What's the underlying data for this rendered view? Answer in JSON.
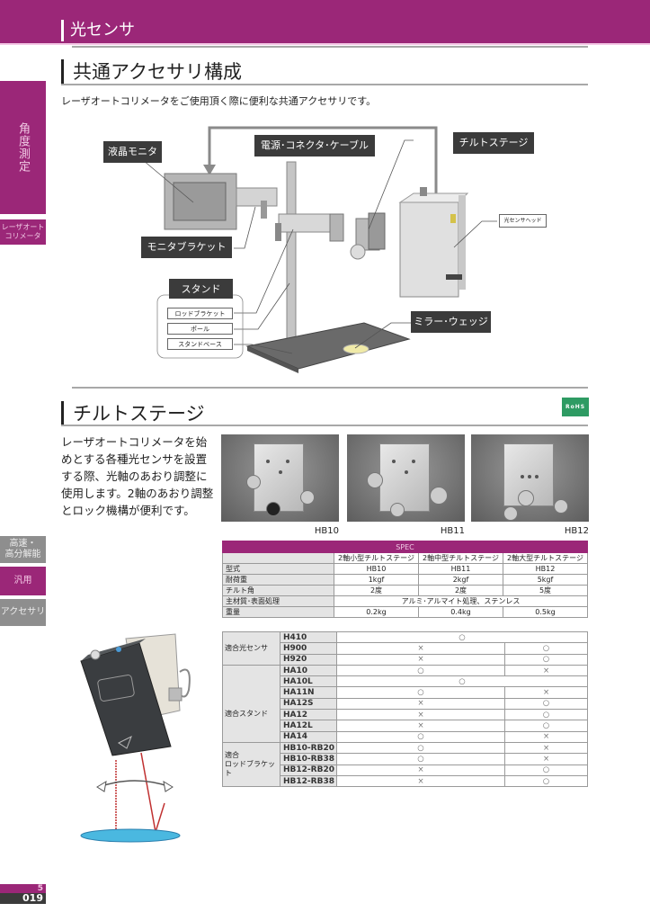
{
  "header": {
    "category": "光センサ",
    "accent_color": "#9b2778"
  },
  "section1": {
    "title": "共通アクセサリ構成",
    "intro": "レーザオートコリメータをご使用頂く際に便利な共通アクセサリです。"
  },
  "sidebar": {
    "main_label": "角度測定",
    "sub_label_line1": "レーザオート",
    "sub_label_line2": "コリメータ",
    "tabs": [
      {
        "label_line1": "高速・",
        "label_line2": "高分解能",
        "active": false
      },
      {
        "label_line1": "汎用",
        "label_line2": "",
        "active": true
      },
      {
        "label_line1": "アクセサリ",
        "label_line2": "",
        "active": false
      }
    ]
  },
  "diagram": {
    "labels": {
      "lcd_monitor": "液晶モニタ",
      "power_cable": "電源･コネクタ･ケーブル",
      "tilt_stage": "チルトステージ",
      "sensor_head": "光センサヘッド",
      "monitor_bracket": "モニタブラケット",
      "stand": "スタンド",
      "rod_bracket": "ロッドブラケット",
      "pole": "ポール",
      "stand_base": "スタンドベース",
      "mirror_wedge": "ミラー･ウェッジ"
    }
  },
  "section2": {
    "title": "チルトステージ",
    "badge": "RoHS",
    "badge_color": "#2e9b63",
    "description": "レーザオートコリメータを始めとする各種光センサを設置する際、光軸のあおり調整に使用します。2軸のあおり調整とロック機構が便利です。",
    "photos": [
      {
        "caption": "HB10"
      },
      {
        "caption": "HB11"
      },
      {
        "caption": "HB12"
      }
    ]
  },
  "spec_table": {
    "title": "SPEC",
    "columns": [
      "2軸小型チルトステージ",
      "2軸中型チルトステージ",
      "2軸大型チルトステージ"
    ],
    "rows": [
      {
        "label": "型式",
        "values": [
          "HB10",
          "HB11",
          "HB12"
        ]
      },
      {
        "label": "耐荷重",
        "values": [
          "1kgf",
          "2kgf",
          "5kgf"
        ]
      },
      {
        "label": "チルト角",
        "values": [
          "2度",
          "2度",
          "5度"
        ]
      },
      {
        "label": "主材質･表面処理",
        "merged": "アルミ･アルマイト処理、ステンレス"
      },
      {
        "label": "重量",
        "values": [
          "0.2kg",
          "0.4kg",
          "0.5kg"
        ]
      }
    ]
  },
  "compat_table": {
    "groups": [
      {
        "label": "適合光センサ",
        "rows": [
          {
            "model": "H410",
            "merged": "○"
          },
          {
            "model": "H900",
            "left": "×",
            "right": "○"
          },
          {
            "model": "H920",
            "left": "×",
            "right": "○"
          }
        ]
      },
      {
        "label": "適合スタンド",
        "rows": [
          {
            "model": "HA10",
            "left": "○",
            "right": "×"
          },
          {
            "model": "HA10L",
            "merged": "○"
          },
          {
            "model": "HA11N",
            "left": "○",
            "right": "×"
          },
          {
            "model": "HA12S",
            "left": "×",
            "right": "○"
          },
          {
            "model": "HA12",
            "left": "×",
            "right": "○"
          },
          {
            "model": "HA12L",
            "left": "×",
            "right": "○"
          },
          {
            "model": "HA14",
            "left": "○",
            "right": "×"
          }
        ]
      },
      {
        "label_line1": "適合",
        "label_line2": "ロッドブラケット",
        "rows": [
          {
            "model": "HB10-RB20",
            "left": "○",
            "right": "×"
          },
          {
            "model": "HB10-RB38",
            "left": "○",
            "right": "×"
          },
          {
            "model": "HB12-RB20",
            "left": "×",
            "right": "○"
          },
          {
            "model": "HB12-RB38",
            "left": "×",
            "right": "○"
          }
        ]
      }
    ]
  },
  "footer": {
    "section_number": "5",
    "page_number": "019"
  }
}
